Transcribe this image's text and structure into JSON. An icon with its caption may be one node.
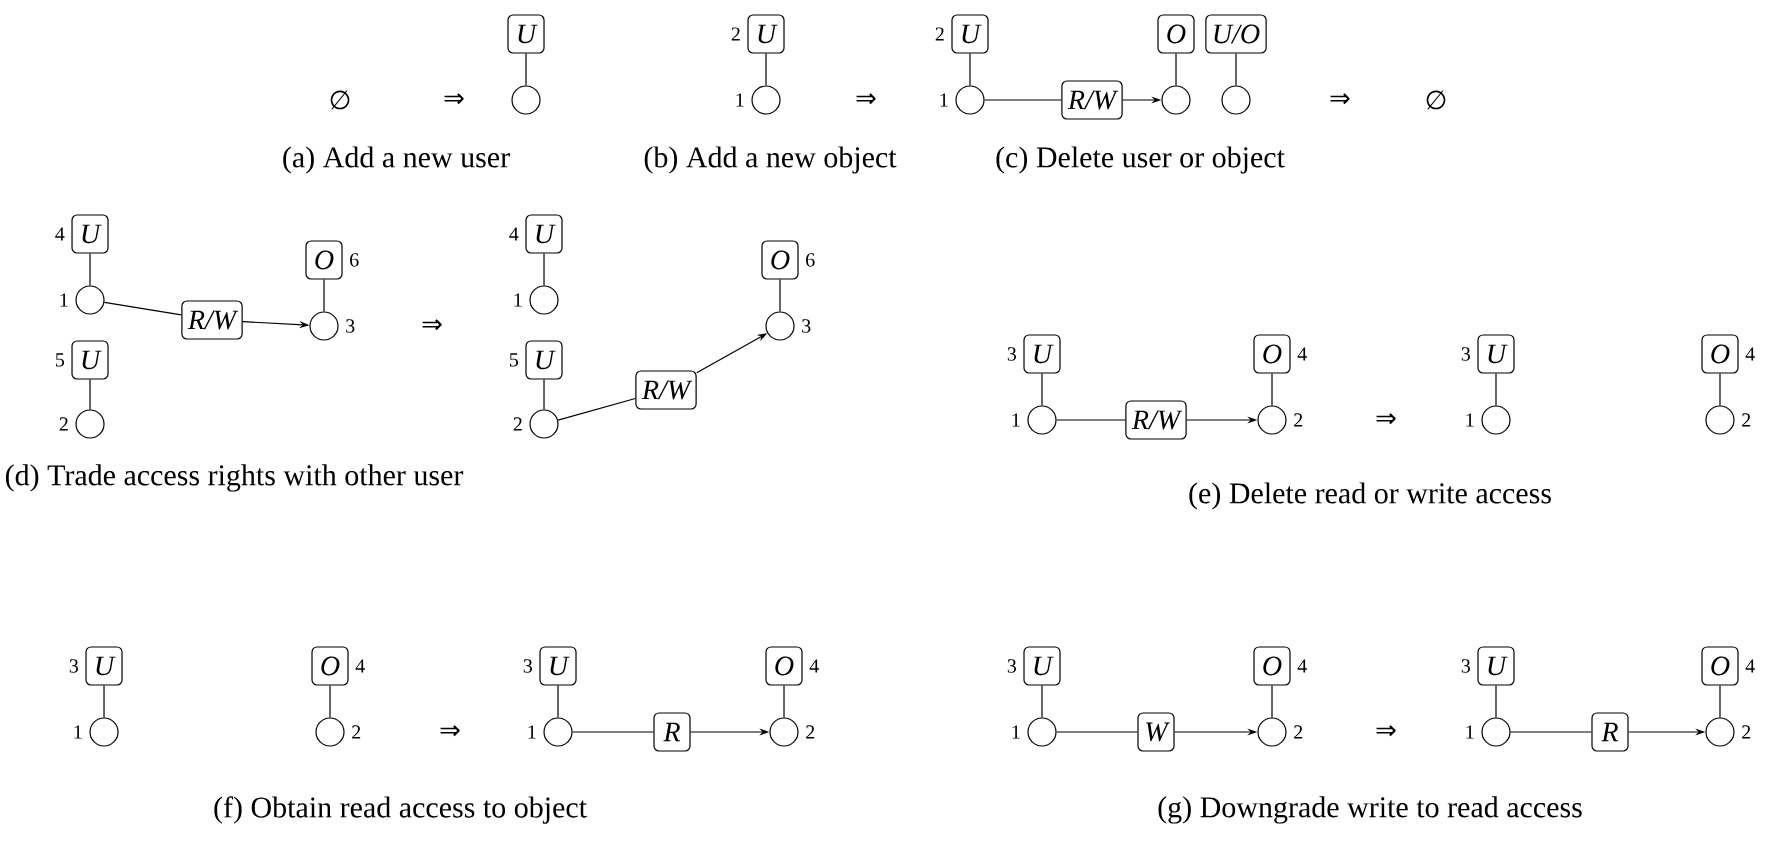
{
  "diagram": {
    "nodes": [
      {
        "text": [
          "U"
        ]
      },
      {
        "text": [],
        "shape": "circle"
      },
      {
        "text": [
          "U"
        ],
        "beside": [
          "2"
        ]
      },
      {
        "text": [],
        "shape": "circle",
        "beside": [
          "1"
        ]
      },
      {
        "text": [
          "U"
        ],
        "beside": [
          "2"
        ]
      },
      {
        "text": [],
        "shape": "circle",
        "beside": [
          "1"
        ]
      },
      {
        "text": [
          "R/W"
        ]
      },
      {
        "text": [
          "O"
        ]
      },
      {
        "text": [],
        "shape": "circle"
      },
      {
        "text": [
          "U/O"
        ]
      },
      {
        "text": [],
        "shape": "circle"
      },
      {
        "text": [
          "U"
        ],
        "beside": [
          "4"
        ]
      },
      {
        "text": [],
        "shape": "circle",
        "beside": [
          "1"
        ]
      },
      {
        "text": [
          "U"
        ],
        "beside": [
          "5"
        ]
      },
      {
        "text": [],
        "shape": "circle",
        "beside": [
          "2"
        ]
      },
      {
        "text": [
          "R/W"
        ]
      },
      {
        "text": [
          "O"
        ],
        "beside": [
          "6"
        ]
      },
      {
        "text": [],
        "shape": "circle",
        "beside": [
          "3"
        ]
      },
      {
        "text": [
          "U"
        ],
        "beside": [
          "4"
        ]
      },
      {
        "text": [],
        "shape": "circle",
        "beside": [
          "1"
        ]
      },
      {
        "text": [
          "U"
        ],
        "beside": [
          "5"
        ]
      },
      {
        "text": [],
        "shape": "circle",
        "beside": [
          "2"
        ]
      },
      {
        "text": [
          "R/W"
        ]
      },
      {
        "text": [
          "O"
        ],
        "beside": [
          "6"
        ]
      },
      {
        "text": [],
        "shape": "circle",
        "beside": [
          "3"
        ]
      },
      {
        "text": [
          "U"
        ],
        "beside": [
          "3"
        ]
      },
      {
        "text": [],
        "shape": "circle",
        "beside": [
          "1"
        ]
      },
      {
        "text": [
          "R/W"
        ]
      },
      {
        "text": [
          "O"
        ],
        "beside": [
          "4"
        ]
      },
      {
        "text": [],
        "shape": "circle",
        "beside": [
          "2"
        ]
      },
      {
        "text": [
          "U"
        ],
        "beside": [
          "3"
        ]
      },
      {
        "text": [],
        "shape": "circle",
        "beside": [
          "1"
        ]
      },
      {
        "text": [
          "O"
        ],
        "beside": [
          "4"
        ]
      },
      {
        "text": [],
        "shape": "circle",
        "beside": [
          "2"
        ]
      },
      {
        "text": [
          "U"
        ],
        "beside": [
          "3"
        ]
      },
      {
        "text": [],
        "shape": "circle",
        "beside": [
          "1"
        ]
      },
      {
        "text": [
          "O"
        ],
        "beside": [
          "4"
        ]
      },
      {
        "text": [],
        "shape": "circle",
        "beside": [
          "2"
        ]
      },
      {
        "text": [
          "U"
        ],
        "beside": [
          "3"
        ]
      },
      {
        "text": [],
        "shape": "circle",
        "beside": [
          "1"
        ]
      },
      {
        "text": [
          "R"
        ]
      },
      {
        "text": [
          "O"
        ],
        "beside": [
          "4"
        ]
      },
      {
        "text": [],
        "shape": "circle",
        "beside": [
          "2"
        ]
      },
      {
        "text": [
          "U"
        ],
        "beside": [
          "3"
        ]
      },
      {
        "text": [],
        "shape": "circle",
        "beside": [
          "1"
        ]
      },
      {
        "text": [
          "W"
        ]
      },
      {
        "text": [
          "O"
        ],
        "beside": [
          "4"
        ]
      },
      {
        "text": [],
        "shape": "circle",
        "beside": [
          "2"
        ]
      },
      {
        "text": [
          "U"
        ],
        "beside": [
          "3"
        ]
      },
      {
        "text": [],
        "shape": "circle",
        "beside": [
          "1"
        ]
      },
      {
        "text": [
          "R"
        ]
      },
      {
        "text": [
          "O"
        ],
        "beside": [
          "4"
        ]
      },
      {
        "text": [],
        "shape": "circle",
        "beside": [
          "2"
        ]
      }
    ],
    "edges": [
      {
        "from": 0,
        "to": 1,
        "arrow": "none"
      },
      {
        "from": 2,
        "to": 3,
        "arrow": "none"
      },
      {
        "from": 4,
        "to": 5,
        "arrow": "none"
      },
      {
        "from": 5,
        "to": 6,
        "arrow": "none"
      },
      {
        "from": 6,
        "to": 8,
        "arrow": "to"
      },
      {
        "from": 7,
        "to": 8,
        "arrow": "none"
      },
      {
        "from": 9,
        "to": 10,
        "arrow": "none"
      },
      {
        "from": 11,
        "to": 12,
        "arrow": "none"
      },
      {
        "from": 13,
        "to": 14,
        "arrow": "none"
      },
      {
        "from": 12,
        "to": 15,
        "arrow": "none"
      },
      {
        "from": 15,
        "to": 17,
        "arrow": "to"
      },
      {
        "from": 16,
        "to": 17,
        "arrow": "none"
      },
      {
        "from": 18,
        "to": 19,
        "arrow": "none"
      },
      {
        "from": 20,
        "to": 21,
        "arrow": "none"
      },
      {
        "from": 21,
        "to": 22,
        "arrow": "none"
      },
      {
        "from": 22,
        "to": 24,
        "arrow": "to"
      },
      {
        "from": 23,
        "to": 24,
        "arrow": "none"
      },
      {
        "from": 25,
        "to": 26,
        "arrow": "none"
      },
      {
        "from": 26,
        "to": 27,
        "arrow": "none"
      },
      {
        "from": 27,
        "to": 29,
        "arrow": "to"
      },
      {
        "from": 28,
        "to": 29,
        "arrow": "none"
      },
      {
        "from": 30,
        "to": 31,
        "arrow": "none"
      },
      {
        "from": 32,
        "to": 33,
        "arrow": "none"
      },
      {
        "from": 34,
        "to": 35,
        "arrow": "none"
      },
      {
        "from": 36,
        "to": 37,
        "arrow": "none"
      },
      {
        "from": 38,
        "to": 39,
        "arrow": "none"
      },
      {
        "from": 39,
        "to": 40,
        "arrow": "none"
      },
      {
        "from": 40,
        "to": 42,
        "arrow": "to"
      },
      {
        "from": 41,
        "to": 42,
        "arrow": "none"
      },
      {
        "from": 43,
        "to": 44,
        "arrow": "none"
      },
      {
        "from": 44,
        "to": 45,
        "arrow": "none"
      },
      {
        "from": 45,
        "to": 47,
        "arrow": "to"
      },
      {
        "from": 46,
        "to": 47,
        "arrow": "none"
      },
      {
        "from": 48,
        "to": 49,
        "arrow": "none"
      },
      {
        "from": 49,
        "to": 50,
        "arrow": "none"
      },
      {
        "from": 50,
        "to": 52,
        "arrow": "to"
      },
      {
        "from": 51,
        "to": 52,
        "arrow": "none"
      }
    ],
    "labels": [
      "∅",
      "⇒",
      "(a) Add a new user",
      "⇒",
      "(b) Add a new object",
      "⇒",
      "∅",
      "(c) Delete user or object",
      "⇒",
      "(d) Trade access rights with other user",
      "⇒",
      "(e) Delete read or write access",
      "⇒",
      "(f) Obtain read access to object",
      "⇒",
      "(g) Downgrade write to read access"
    ]
  }
}
